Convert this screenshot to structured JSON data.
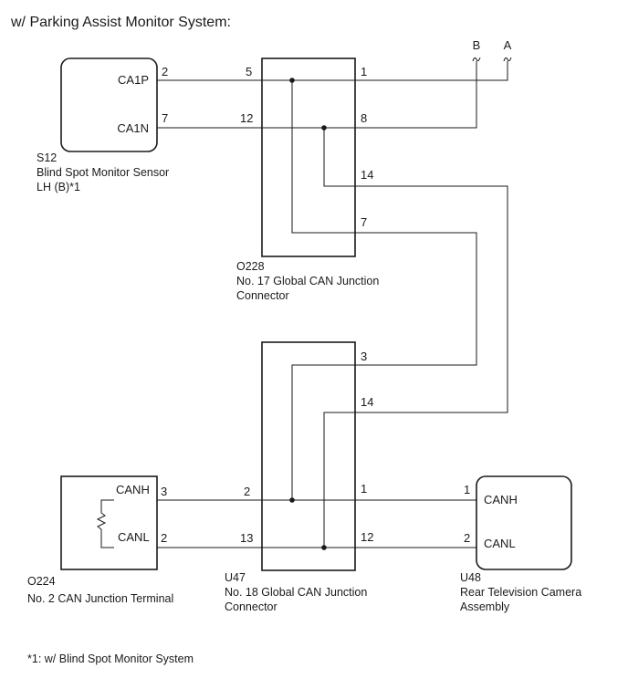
{
  "title": "w/ Parking Assist Monitor System:",
  "footnote": "*1: w/ Blind Spot Monitor System",
  "terminals": {
    "b": "B",
    "a": "A"
  },
  "components": {
    "s12": {
      "code": "S12",
      "name_line1": "Blind Spot Monitor Sensor",
      "name_line2": "LH (B)*1",
      "signal_p": "CA1P",
      "signal_n": "CA1N",
      "pin_p": "2",
      "pin_n": "7"
    },
    "o228": {
      "code": "O228",
      "name_line1": "No. 17 Global CAN Junction",
      "name_line2": "Connector",
      "pins": {
        "p5": "5",
        "p12": "12",
        "p1": "1",
        "p8": "8",
        "p14": "14",
        "p7": "7"
      }
    },
    "u47": {
      "code": "U47",
      "name_line1": "No. 18 Global CAN Junction",
      "name_line2": "Connector",
      "pins": {
        "p3": "3",
        "p14": "14",
        "p2": "2",
        "p13": "13",
        "p1": "1",
        "p12": "12"
      }
    },
    "o224": {
      "code": "O224",
      "name_line1": "No. 2 CAN Junction Terminal",
      "signal_h": "CANH",
      "signal_l": "CANL",
      "pin_h": "3",
      "pin_l": "2"
    },
    "u48": {
      "code": "U48",
      "name_line1": "Rear Television Camera",
      "name_line2": "Assembly",
      "signal_h": "CANH",
      "signal_l": "CANL",
      "pin_h": "1",
      "pin_l": "2"
    }
  }
}
